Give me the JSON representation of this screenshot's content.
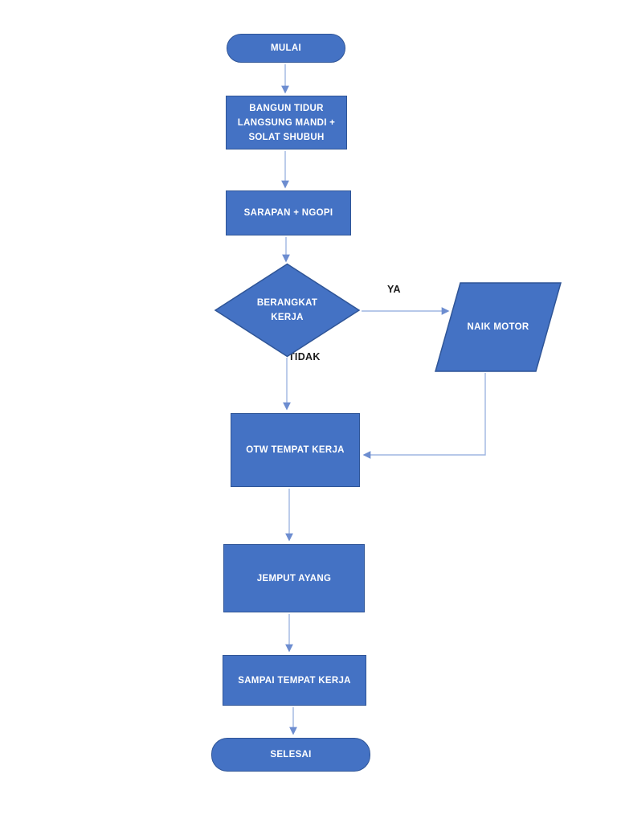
{
  "colors": {
    "page_bg": "#FFFFFF",
    "shape_fill": "#4472C4",
    "shape_border": "#2F5597",
    "connector_line": "#9FB6E2",
    "arrowhead": "#6D8DD0",
    "node_text": "#FFFFFF",
    "edge_label_text": "#1A1A1A"
  },
  "flowchart": {
    "title": "daily-routine-flowchart",
    "nodes": {
      "start": {
        "type": "terminator",
        "label": "MULAI"
      },
      "wake": {
        "type": "process",
        "label": "BANGUN TIDUR LANGSUNG MANDI + SOLAT SHUBUH"
      },
      "breakfast": {
        "type": "process",
        "label": "SARAPAN + NGOPI"
      },
      "decision": {
        "type": "decision",
        "label": "BERANGKAT KERJA"
      },
      "motor": {
        "type": "input-output",
        "label": "NAIK MOTOR"
      },
      "otw": {
        "type": "process",
        "label": "OTW TEMPAT KERJA"
      },
      "jemput": {
        "type": "process",
        "label": "JEMPUT AYANG"
      },
      "sampai": {
        "type": "process",
        "label": "SAMPAI TEMPAT KERJA"
      },
      "end": {
        "type": "terminator",
        "label": "SELESAI"
      }
    },
    "edges": [
      {
        "from": "start",
        "to": "wake",
        "label": ""
      },
      {
        "from": "wake",
        "to": "breakfast",
        "label": ""
      },
      {
        "from": "breakfast",
        "to": "decision",
        "label": ""
      },
      {
        "from": "decision",
        "to": "motor",
        "label": "YA"
      },
      {
        "from": "decision",
        "to": "otw",
        "label": "TIDAK"
      },
      {
        "from": "motor",
        "to": "otw",
        "label": ""
      },
      {
        "from": "otw",
        "to": "jemput",
        "label": ""
      },
      {
        "from": "jemput",
        "to": "sampai",
        "label": ""
      },
      {
        "from": "sampai",
        "to": "end",
        "label": ""
      }
    ]
  }
}
